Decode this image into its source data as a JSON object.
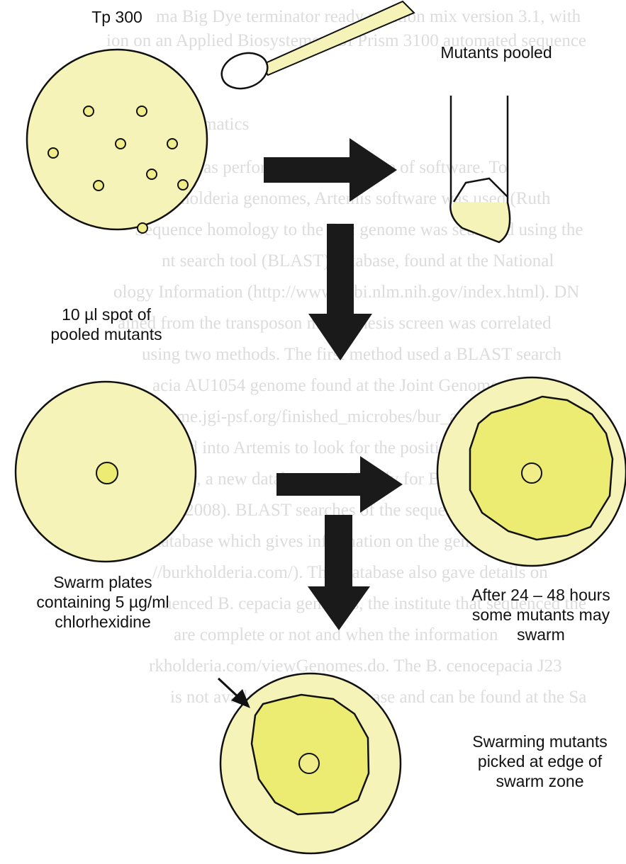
{
  "background_text": {
    "lines": [
      "ma Big Dye terminator ready reaction mix version 3.1, with",
      "ion on an Applied Biosystems ABI Prism 3100 automated sequence",
      "ioinformatics",
      "etic analysis was performed using a range of software. To",
      "Burkholderia genomes, Artemis software was used (Ruth",
      "Sequence homology to the Bcc genome was searched using the",
      "nt search tool (BLAST) database, found at the National",
      "ology Information (http://www.ncbi.nlm.nih.gov/index.html). DN",
      "ained from the transposon mutagenesis screen was correlated",
      "using two methods. The first method used a BLAST search",
      "acia AU1054 genome found at the Joint Genome",
      "genome.jgi-psf.org/finished_microbes/bur_a/bur_a.home.html)",
      "ported into Artemis to look for the position of the gene and",
      "Recently, a new database specifically for Burkholderia has bee",
      "et al., 2008). BLAST searches of the sequence data was also",
      "database which gives information on the genes function and",
      "//burkholderia.com/). This database also gave details on",
      "uenced B. cepacia genomes, the institute that sequenced the",
      "are complete or not and when the information",
      "rkholderia.com/viewGenomes.do. The B. cenocepacia J23",
      "is not available on this database and can be found at the Sa"
    ]
  },
  "labels": {
    "tp300": "Tp 300",
    "mutants_pooled": "Mutants pooled",
    "spot": "10 µl spot of\npooled mutants",
    "swarm_plates": "Swarm plates\ncontaining 5 µg/ml\nchlorhexidine",
    "after_hours": "After 24 – 48 hours\nsome mutants may\nswarm",
    "swarming_mutants": "Swarming mutants\npicked at edge of\nswarm zone"
  },
  "colors": {
    "plate_fill": "#f6f3b8",
    "swarm_fill": "#ecec73",
    "colony_fill": "#f1ee8a",
    "arrow": "#1a1a1a",
    "outline": "#111111"
  }
}
